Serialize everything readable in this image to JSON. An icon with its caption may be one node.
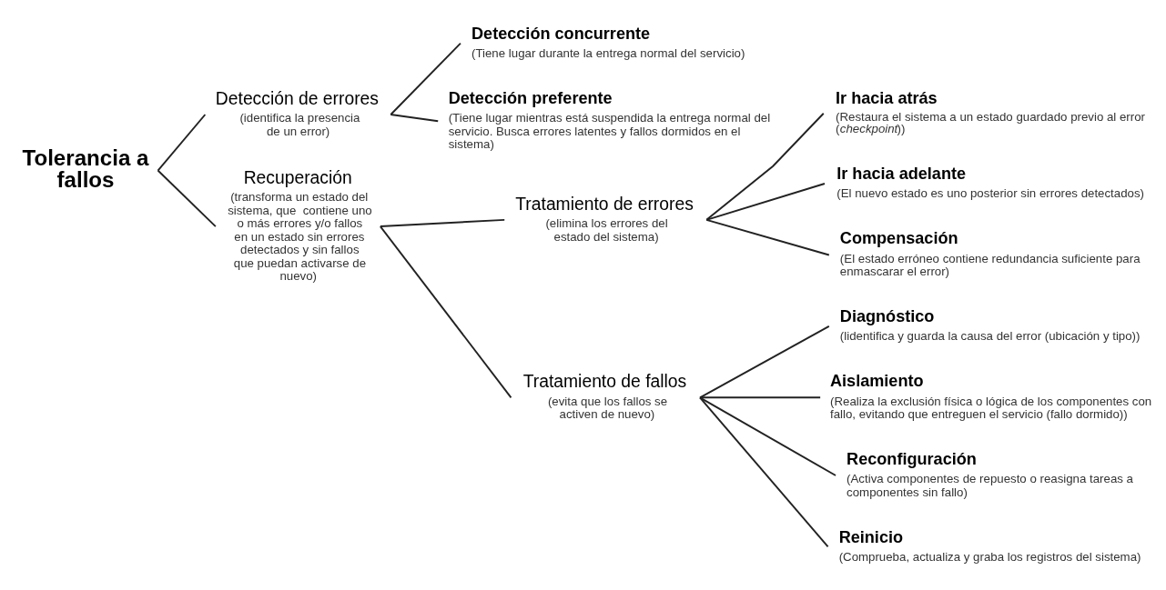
{
  "diagram": {
    "nodes": [
      {
        "text": [
          "Tolerancia a fallos"
        ]
      },
      {
        "text": [
          "Detección de errores",
          "(identifica la presencia de un error)"
        ]
      },
      {
        "text": [
          "Recuperación",
          "(transforma un estado del sistema, que  contiene uno o más errores y/o fallos en un estado sin errores detectados y sin fallos que puedan activarse de nuevo)"
        ]
      },
      {
        "text": [
          "Tratamiento de errores",
          "(elimina los errores del estado del sistema)"
        ]
      },
      {
        "text": [
          "Tratamiento de fallos",
          "(evita que los fallos se activen de nuevo)"
        ]
      },
      {
        "text": [
          "Detección concurrente",
          "(Tiene lugar durante la entrega normal del servicio)"
        ]
      },
      {
        "text": [
          "Detección preferente",
          "(Tiene lugar mientras está suspendida la entrega normal del  servicio. Busca errores latentes y fallos dormidos en el sistema)"
        ]
      },
      {
        "text": [
          "Ir hacia atrás",
          "(Restaura el sistema a un estado guardado previo al error (*checkpoint*))"
        ]
      },
      {
        "text": [
          "Ir hacia adelante",
          "(El nuevo estado es uno posterior sin errores detectados)"
        ]
      },
      {
        "text": [
          "Compensación",
          "(El estado erróneo contiene redundancia suficiente para enmascarar el error)"
        ]
      },
      {
        "text": [
          "Diagnóstico",
          "(lidentifica y guarda la causa del error (ubicación y tipo))"
        ]
      },
      {
        "text": [
          "Aislamiento",
          "(Realiza la exclusión física o lógica de los componentes con fallo, evitando que entreguen el servicio (fallo dormido))"
        ]
      },
      {
        "text": [
          "Reconfiguración",
          "(Activa componentes de repuesto o reasigna tareas a componentes sin fallo)"
        ]
      },
      {
        "text": [
          "Reinicio",
          "(Comprueba, actualiza y graba los registros del sistema)"
        ]
      }
    ],
    "edges": [
      {
        "from": 0,
        "to": 1,
        "arrow": "none"
      },
      {
        "from": 0,
        "to": 2,
        "arrow": "none"
      },
      {
        "from": 1,
        "to": 5,
        "arrow": "none"
      },
      {
        "from": 1,
        "to": 6,
        "arrow": "none"
      },
      {
        "from": 2,
        "to": 3,
        "arrow": "none"
      },
      {
        "from": 2,
        "to": 4,
        "arrow": "none"
      },
      {
        "from": 3,
        "to": 7,
        "arrow": "none"
      },
      {
        "from": 3,
        "to": 8,
        "arrow": "none"
      },
      {
        "from": 3,
        "to": 9,
        "arrow": "none"
      },
      {
        "from": 4,
        "to": 10,
        "arrow": "none"
      },
      {
        "from": 4,
        "to": 11,
        "arrow": "none"
      },
      {
        "from": 4,
        "to": 12,
        "arrow": "none"
      },
      {
        "from": 4,
        "to": 13,
        "arrow": "none"
      }
    ]
  }
}
